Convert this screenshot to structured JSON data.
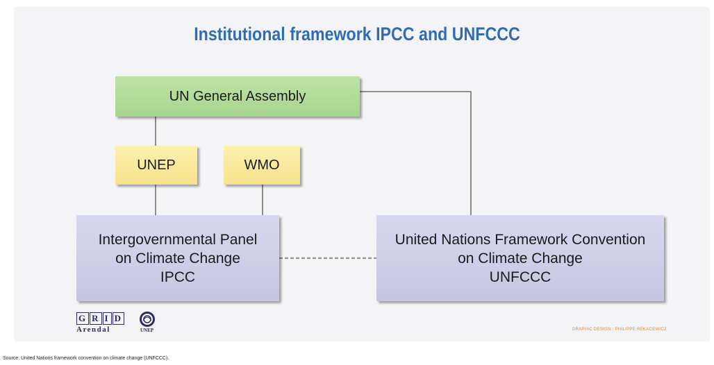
{
  "title": "Institutional framework IPCC and UNFCCC",
  "nodes": {
    "general_assembly": "UN General Assembly",
    "unep": "UNEP",
    "wmo": "WMO",
    "ipcc": "Intergovernmental Panel\non Climate Change\nIPCC",
    "unfccc": "United Nations Framework Convention\non Climate Change\nUNFCCC"
  },
  "connections": [
    {
      "from": "UN General Assembly",
      "to": "UNEP",
      "style": "solid"
    },
    {
      "from": "UNEP",
      "to": "Intergovernmental Panel on Climate Change IPCC",
      "style": "solid"
    },
    {
      "from": "WMO",
      "to": "Intergovernmental Panel on Climate Change IPCC",
      "style": "solid"
    },
    {
      "from": "UN General Assembly",
      "to": "United Nations Framework Convention on Climate Change UNFCCC",
      "style": "solid"
    },
    {
      "from": "Intergovernmental Panel on Climate Change IPCC",
      "to": "United Nations Framework Convention on Climate Change UNFCCC",
      "style": "dashed"
    }
  ],
  "logos": {
    "grid_letters": [
      "G",
      "R",
      "I",
      "D"
    ],
    "grid_subtitle": "Arendal",
    "unep_text": "UNEP"
  },
  "credit": "GRAPHIC DESIGN : PHILIPPE REKACEWICZ",
  "source": "Source: United Nations framework convention on climate change (UNFCCC).",
  "colors": {
    "title": "#2f6db3",
    "general_assembly_fill": "#b3dc97",
    "agency_fill": "#fae89c",
    "body_fill": "#cfcfe9",
    "connector": "#555555"
  }
}
